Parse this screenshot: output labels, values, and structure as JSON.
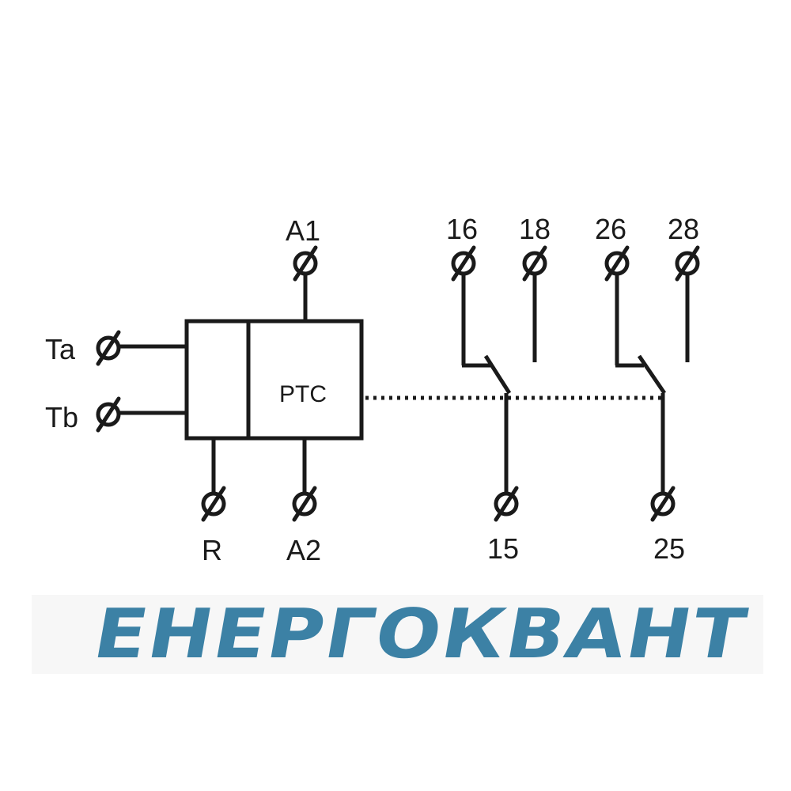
{
  "diagram": {
    "block_label": "PTC",
    "terminals": {
      "a1": "A1",
      "a2": "A2",
      "ta": "Ta",
      "tb": "Tb",
      "r": "R",
      "t16": "16",
      "t18": "18",
      "t26": "26",
      "t28": "28",
      "t15": "15",
      "t25": "25"
    }
  },
  "logo": {
    "text": "ЕНЕРГОКВАНТ",
    "color": "#3c81a5"
  },
  "colors": {
    "line": "#1a1a1a",
    "background": "#ffffff"
  }
}
